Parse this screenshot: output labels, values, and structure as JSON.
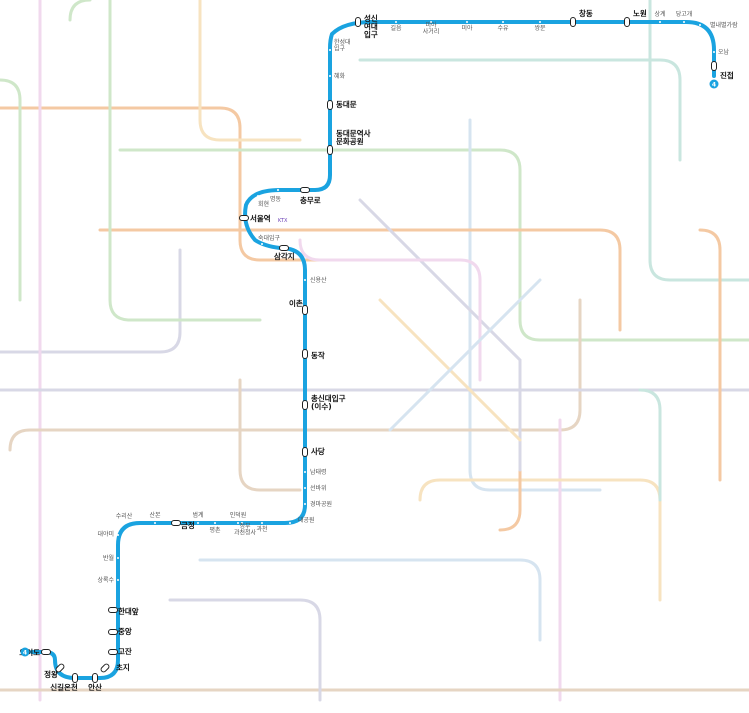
{
  "line": {
    "number": "4",
    "color": "#1aa3e0",
    "badge_number": "4"
  },
  "stations": [
    {
      "id": "jinjeop",
      "name": "진접",
      "kind": "transfer"
    },
    {
      "id": "onam",
      "name": "오남",
      "kind": "minor"
    },
    {
      "id": "byeollae",
      "name": "별내별가람",
      "kind": "minor"
    },
    {
      "id": "danggogae",
      "name": "당고개",
      "kind": "minor"
    },
    {
      "id": "sanggye",
      "name": "상계",
      "kind": "minor"
    },
    {
      "id": "nowon",
      "name": "노원",
      "kind": "transfer"
    },
    {
      "id": "changdong",
      "name": "창동",
      "kind": "transfer"
    },
    {
      "id": "ssangmun",
      "name": "쌍문",
      "kind": "minor"
    },
    {
      "id": "suyu",
      "name": "수유",
      "kind": "minor"
    },
    {
      "id": "mia",
      "name": "미아",
      "kind": "minor"
    },
    {
      "id": "miasageori",
      "name": "미아\n사거리",
      "kind": "minor"
    },
    {
      "id": "gireum",
      "name": "길음",
      "kind": "minor"
    },
    {
      "id": "sungshin",
      "name": "성신\n여대\n입구",
      "kind": "transfer"
    },
    {
      "id": "hansung",
      "name": "한성대\n입구",
      "kind": "minor"
    },
    {
      "id": "hyehwa",
      "name": "혜화",
      "kind": "minor"
    },
    {
      "id": "dongdaemun",
      "name": "동대문",
      "kind": "transfer"
    },
    {
      "id": "ddp",
      "name": "동대문역사\n문화공원",
      "kind": "transfer"
    },
    {
      "id": "chungmuro",
      "name": "충무로",
      "kind": "transfer"
    },
    {
      "id": "myeongdong",
      "name": "명동",
      "kind": "minor"
    },
    {
      "id": "hoehyeon",
      "name": "회현",
      "kind": "minor"
    },
    {
      "id": "seoulstation",
      "name": "서울역",
      "kind": "transfer"
    },
    {
      "id": "sookmyung",
      "name": "숙대입구",
      "kind": "minor"
    },
    {
      "id": "samgakji",
      "name": "삼각지",
      "kind": "transfer"
    },
    {
      "id": "sinyongsan",
      "name": "신용산",
      "kind": "minor"
    },
    {
      "id": "ichon",
      "name": "이촌",
      "kind": "transfer"
    },
    {
      "id": "dongjak",
      "name": "동작",
      "kind": "transfer"
    },
    {
      "id": "isu",
      "name": "총신대입구\n(이수)",
      "kind": "transfer"
    },
    {
      "id": "sadang",
      "name": "사당",
      "kind": "transfer"
    },
    {
      "id": "namtaeryeong",
      "name": "남태령",
      "kind": "minor"
    },
    {
      "id": "seonbawi",
      "name": "선바위",
      "kind": "minor"
    },
    {
      "id": "racepark",
      "name": "경마공원",
      "kind": "minor"
    },
    {
      "id": "grandpark",
      "name": "대공원",
      "kind": "minor"
    },
    {
      "id": "gwacheon",
      "name": "과천",
      "kind": "minor"
    },
    {
      "id": "govcomplex",
      "name": "정부\n과천청사",
      "kind": "minor"
    },
    {
      "id": "indeogwon",
      "name": "인덕원",
      "kind": "minor"
    },
    {
      "id": "pyeongchon",
      "name": "평촌",
      "kind": "minor"
    },
    {
      "id": "beomgye",
      "name": "범계",
      "kind": "minor"
    },
    {
      "id": "geumjeong",
      "name": "금정",
      "kind": "transfer"
    },
    {
      "id": "sanbon",
      "name": "산본",
      "kind": "minor"
    },
    {
      "id": "surisan",
      "name": "수리산",
      "kind": "minor"
    },
    {
      "id": "daeyami",
      "name": "대야미",
      "kind": "minor"
    },
    {
      "id": "banwol",
      "name": "반월",
      "kind": "minor"
    },
    {
      "id": "sangnoksu",
      "name": "상록수",
      "kind": "minor"
    },
    {
      "id": "hanyang",
      "name": "한대앞",
      "kind": "transfer"
    },
    {
      "id": "jungang",
      "name": "중앙",
      "kind": "transfer"
    },
    {
      "id": "gojan",
      "name": "고잔",
      "kind": "transfer"
    },
    {
      "id": "choji",
      "name": "초지",
      "kind": "transfer"
    },
    {
      "id": "ansan",
      "name": "안산",
      "kind": "transfer"
    },
    {
      "id": "singiloncheon",
      "name": "신길온천",
      "kind": "transfer"
    },
    {
      "id": "jeongwang",
      "name": "정왕",
      "kind": "transfer"
    },
    {
      "id": "oido",
      "name": "오이도",
      "kind": "transfer"
    }
  ],
  "extra_labels": {
    "seoulstation_suffix": "KTX"
  },
  "background_lines": [
    {
      "color": "#f4c9a3"
    },
    {
      "color": "#cfe7c9"
    },
    {
      "color": "#d8d8e6"
    },
    {
      "color": "#f1d9ee"
    },
    {
      "color": "#f7e3c0"
    },
    {
      "color": "#d6e4f0"
    },
    {
      "color": "#e6d5c3"
    },
    {
      "color": "#c9e6df"
    }
  ]
}
